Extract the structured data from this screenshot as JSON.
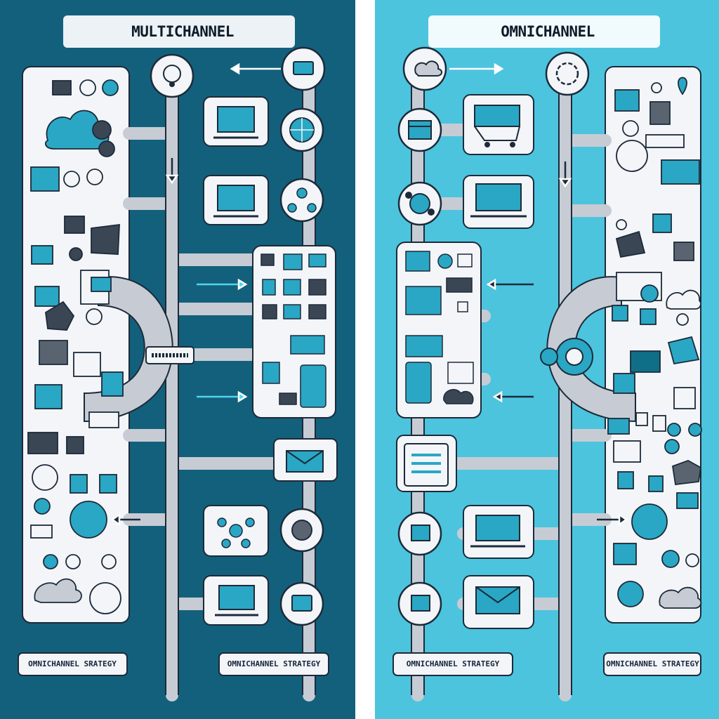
{
  "panels": {
    "left": {
      "title": "MULTICHANNEL",
      "background": "#13607c",
      "footer_labels": [
        "OMNICHANNEL SRATEGY",
        "OMNICHANNEL STRATEGY"
      ]
    },
    "right": {
      "title": "OMNICHANNEL",
      "background": "#4cc4de",
      "footer_labels": [
        "OMNICHANNEL STRATEGY",
        "OMNICHANNEL STRATEGY"
      ]
    }
  },
  "colors": {
    "card": "#f3f5f8",
    "outline": "#1c2a3a",
    "track": "#c7ccd4",
    "accent": "#2aa7c4",
    "accent_dark": "#0f6f89",
    "divider": "#ffffff"
  },
  "icons": {
    "left_nodes": [
      "mobile-icon",
      "card-stack-icon",
      "laptop-icon",
      "globe-icon",
      "laptop-icon",
      "network-icon",
      "email-icon",
      "network-icon",
      "settings-icon",
      "laptop-icon",
      "card-stack-icon"
    ],
    "right_nodes": [
      "cloud-icon",
      "settings-icon",
      "store-icon",
      "cart-icon",
      "network-icon",
      "laptop-icon",
      "tablet-icon",
      "laptop-icon",
      "laptop-icon",
      "email-icon"
    ]
  }
}
